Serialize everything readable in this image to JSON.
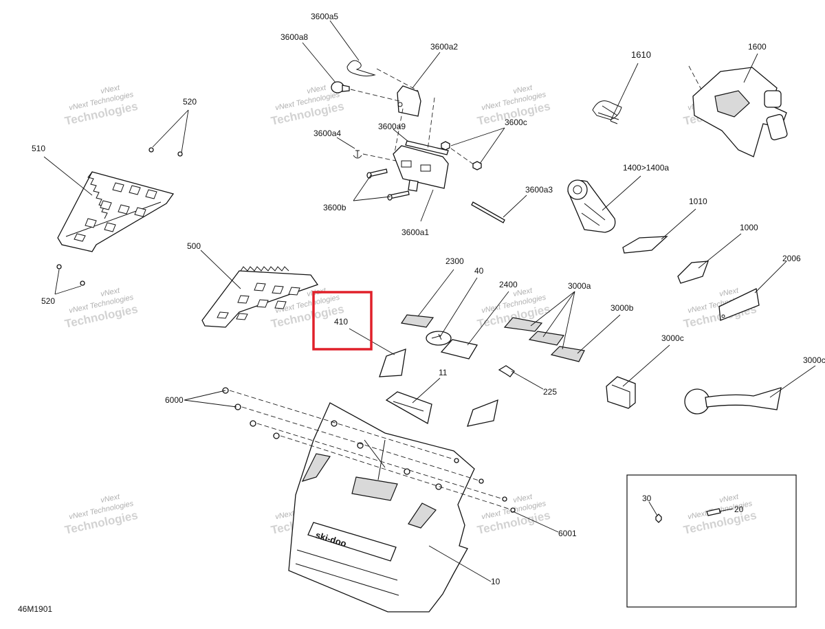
{
  "diagram": {
    "ref_code": "46M1901",
    "watermark": {
      "line1": "vNext",
      "line2": "vNext Technologies",
      "line3": "Technologies"
    },
    "brand_mark": "ski-doo",
    "callouts": {
      "p3600a5": "3600a5",
      "p3600a8": "3600a8",
      "p3600a2": "3600a2",
      "p3600a4": "3600a4",
      "p3600a9": "3600a9",
      "p3600c": "3600c",
      "p3600a3": "3600a3",
      "p3600b": "3600b",
      "p3600a1": "3600a1",
      "p1610": "1610",
      "p1600": "1600",
      "p1400": "1400>1400a",
      "p1010": "1010",
      "p1000": "1000",
      "p2006": "2006",
      "p520a": "520",
      "p510": "510",
      "p520b": "520",
      "p500": "500",
      "p410": "410",
      "p2300": "2300",
      "p40": "40",
      "p2400": "2400",
      "p3000a": "3000a",
      "p3000b": "3000b",
      "p3000c": "3000c",
      "p3000c2": "3000c",
      "p11": "11",
      "p225": "225",
      "p6000": "6000",
      "p6001": "6001",
      "p10": "10",
      "p30": "30",
      "p20": "20"
    },
    "highlighted_callout": "410",
    "highlight_color": "#e0202a"
  }
}
